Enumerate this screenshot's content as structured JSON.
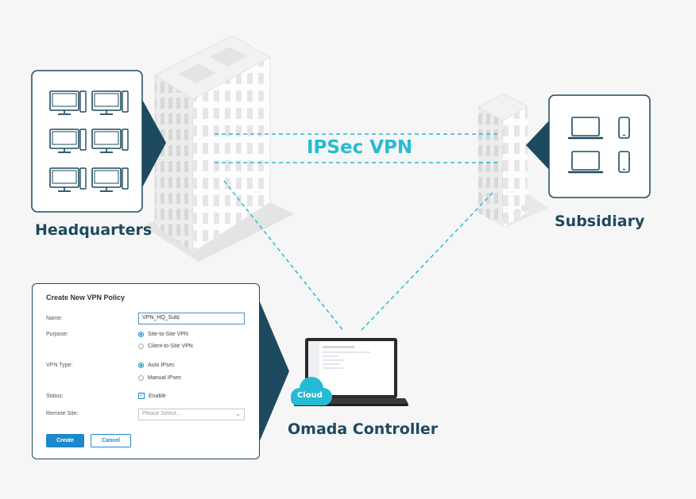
{
  "diagram": {
    "vpn_label": "IPSec VPN",
    "headquarters_label": "Headquarters",
    "subsidiary_label": "Subsidiary",
    "controller_label": "Omada Controller",
    "cloud_label": "Cloud"
  },
  "dialog": {
    "title": "Create New VPN Policy",
    "name_label": "Name:",
    "name_value": "VPN_HQ_Sub|",
    "purpose_label": "Purpose:",
    "purpose_options": [
      "Site-to-Site VPN",
      "Client-to-Site VPN"
    ],
    "purpose_selected": "Site-to-Site VPN",
    "vpn_type_label": "VPN Type:",
    "vpn_type_options": [
      "Auto IPsec",
      "Manual IPsec"
    ],
    "vpn_type_selected": "Auto IPsec",
    "status_label": "Status:",
    "status_checkbox_label": "Enable",
    "status_checked": true,
    "remote_site_label": "Remote Site:",
    "remote_site_placeholder": "Please Select...",
    "create_button": "Create",
    "cancel_button": "Cancel"
  },
  "colors": {
    "accent": "#26bbd5",
    "dark_teal": "#1d4a5e",
    "button_blue": "#1e88c8"
  }
}
